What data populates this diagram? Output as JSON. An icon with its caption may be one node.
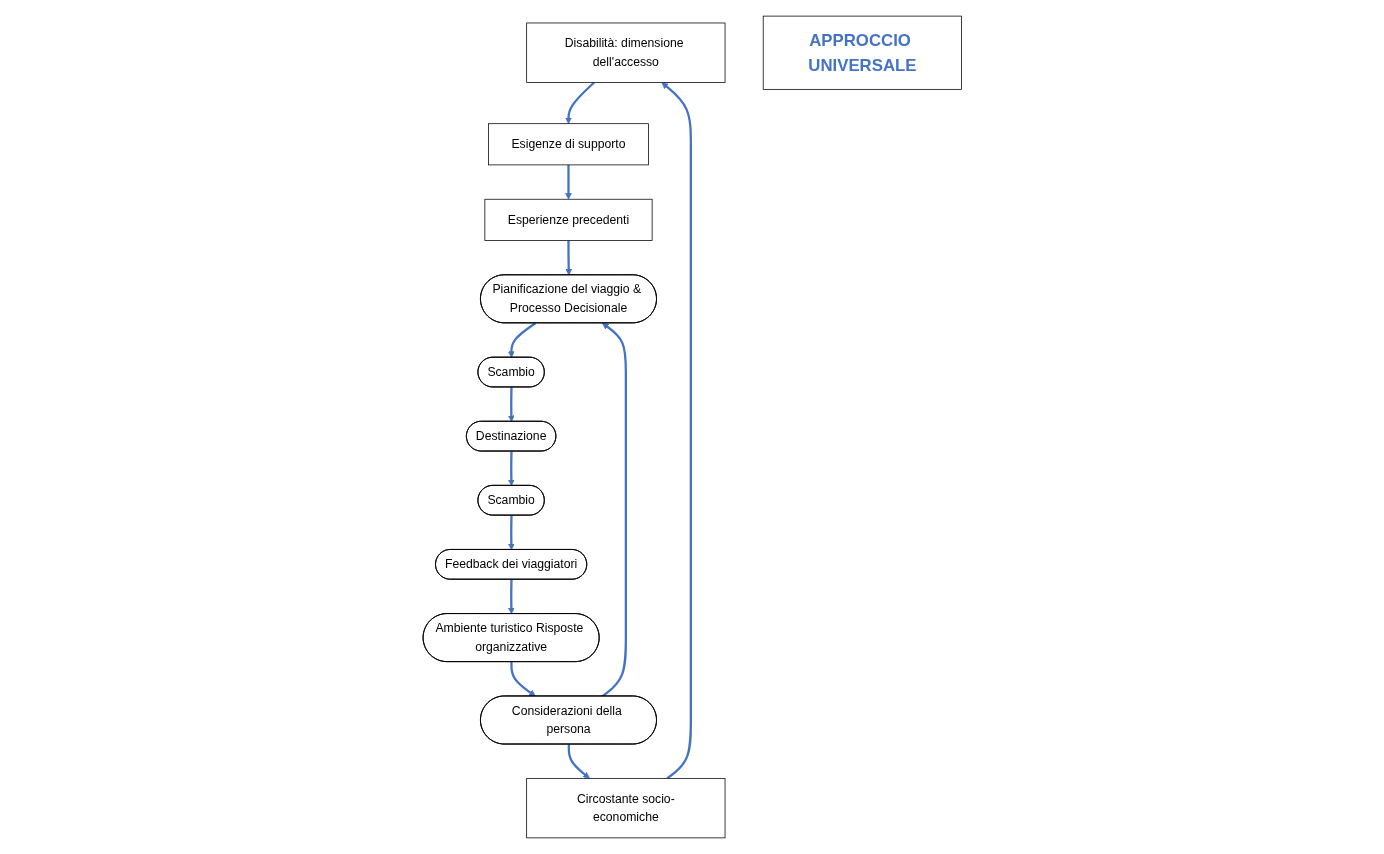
{
  "diagram": {
    "nodes": [
      {
        "text": [
          "Disabilità: dimensione dell'accesso"
        ]
      },
      {
        "text": [
          "Esigenze di supporto"
        ]
      },
      {
        "text": [
          "Circostante socio-economiche"
        ]
      },
      {
        "text": [
          "Esperienze precedenti"
        ]
      },
      {
        "text": [
          "Ambiente turistico Risposte organizzative"
        ]
      },
      {
        "text": [
          "Considerazioni della persona"
        ]
      },
      {
        "text": [
          "Pianificazione del viaggio & Processo Decisionale"
        ]
      },
      {
        "text": [
          "APPROCCIO UNIVERSALE"
        ]
      },
      {
        "text": [
          "Feedback dei viaggiatori"
        ]
      },
      {
        "text": [
          "Scambio"
        ]
      },
      {
        "text": [
          "Destinazione"
        ]
      },
      {
        "text": [
          "Scambio"
        ]
      }
    ],
    "edges": [
      {
        "from": 4,
        "to": 5,
        "arrow": "to"
      },
      {
        "from": 5,
        "to": 2,
        "arrow": "to"
      },
      {
        "from": 2,
        "to": 0,
        "arrow": "to"
      },
      {
        "from": 0,
        "to": 1,
        "arrow": "to"
      },
      {
        "from": 1,
        "to": 3,
        "arrow": "to"
      },
      {
        "from": 3,
        "to": 6,
        "arrow": "to"
      },
      {
        "from": 5,
        "to": 6,
        "arrow": "to"
      },
      {
        "from": 6,
        "to": 9,
        "arrow": "to"
      },
      {
        "from": 9,
        "to": 10,
        "arrow": "to"
      },
      {
        "from": 10,
        "to": 11,
        "arrow": "to"
      },
      {
        "from": 11,
        "to": 8,
        "arrow": "to"
      },
      {
        "from": 8,
        "to": 4,
        "arrow": "to"
      }
    ]
  }
}
